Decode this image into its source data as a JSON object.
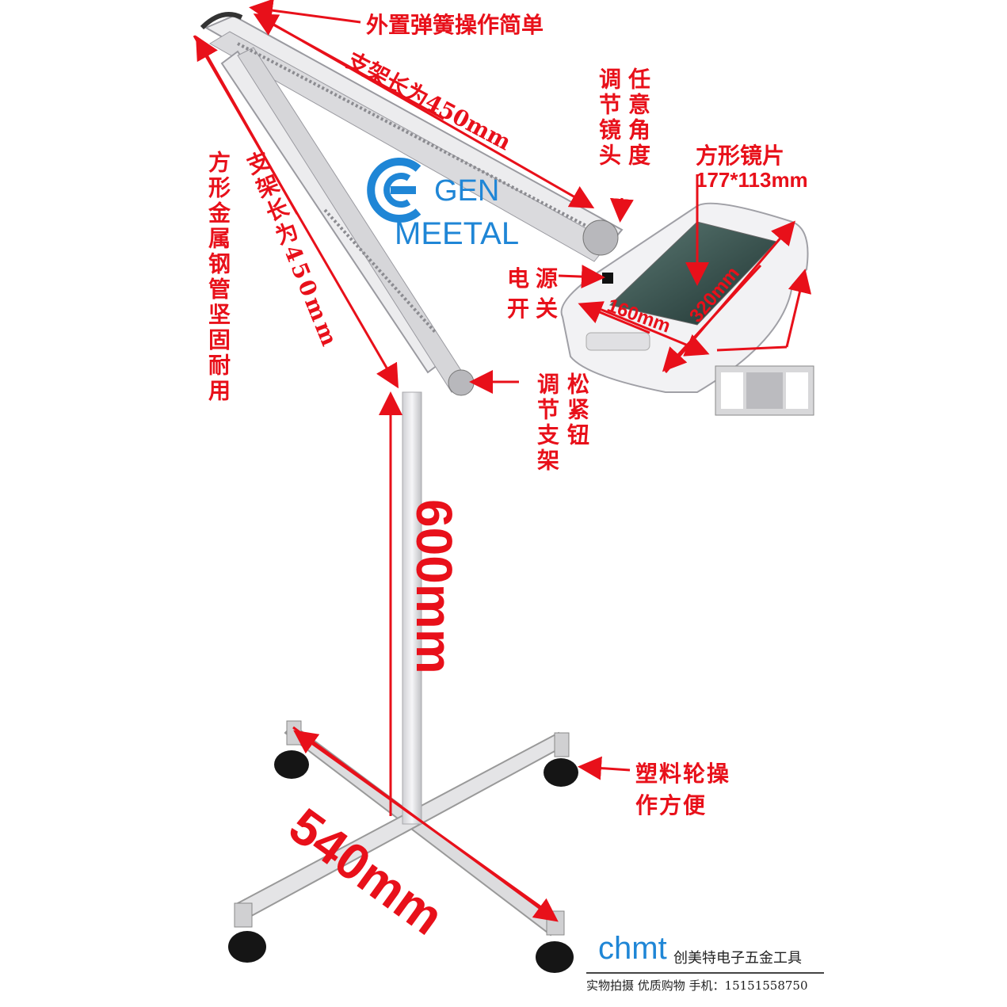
{
  "labels": {
    "spring": "外置弹簧操作简单",
    "arm_top": "支架长为450mm",
    "arm_side": "支架长为450mm",
    "pole_desc": "方形金属钢管坚固耐用",
    "adjust_head_a": "任意角度",
    "adjust_head_b": "调节镜头",
    "lens_title": "方形镜片",
    "lens_size": "177*113mm",
    "power_a": "电源",
    "power_b": "开关",
    "dim_160": "160mm",
    "dim_320": "320mm",
    "knob_a": "松紧钮",
    "knob_b": "调节支架",
    "height": "600mm",
    "base": "540mm",
    "wheel_a": "塑料轮操",
    "wheel_b": "作方便"
  },
  "logo": {
    "line1": "GEN",
    "line2": "MEETAL"
  },
  "footer": {
    "brand": "chmt",
    "company": "创美特电子五金工具",
    "slogan": "实物拍摄 优质购物 手机：15151558750"
  },
  "colors": {
    "annotation": "#e8101a",
    "logo": "#1f86d6",
    "metal": "#e9e9ec"
  }
}
